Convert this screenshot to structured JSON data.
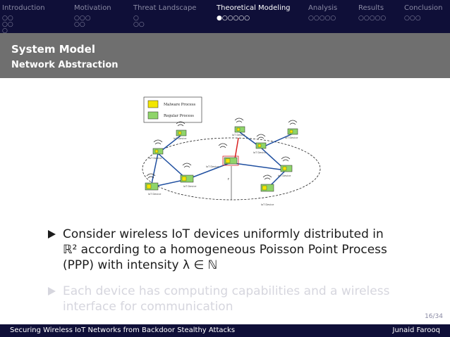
{
  "nav": {
    "sections": [
      {
        "label": "Introduction",
        "dots": "○○\n○○\n○"
      },
      {
        "label": "Motivation",
        "dots": "○○○\n○○"
      },
      {
        "label": "Threat Landscape",
        "dots": "○\n○○"
      },
      {
        "label": "Theoretical Modeling",
        "dots": "●○○○○○"
      },
      {
        "label": "Analysis",
        "dots": "○○○○○"
      },
      {
        "label": "Results",
        "dots": "○○○○○"
      },
      {
        "label": "Conclusion",
        "dots": "○○○"
      }
    ],
    "active_index": 3
  },
  "slide": {
    "title": "System Model",
    "subtitle": "Network Abstraction"
  },
  "figure": {
    "legend_malware": "Malware Process",
    "legend_regular": "Regular Process",
    "device_label": "IoT Device",
    "radius_label": "r",
    "colors": {
      "malware": "#f2e600",
      "regular": "#8fd46a",
      "link": "#1f4fa0",
      "malware_link": "#d82020"
    }
  },
  "bullets": [
    {
      "text": "Consider wireless IoT devices uniformly distributed in ℝ² according to a homogeneous Poisson Point Process (PPP) with intensity λ ∈ ℕ"
    },
    {
      "text": "Each device has computing capabilities and a wireless interface for communication"
    }
  ],
  "page": "16/34",
  "footer": {
    "left": "Securing Wireless IoT Networks from Backdoor Stealthy Attacks",
    "right": "Junaid Farooq"
  }
}
